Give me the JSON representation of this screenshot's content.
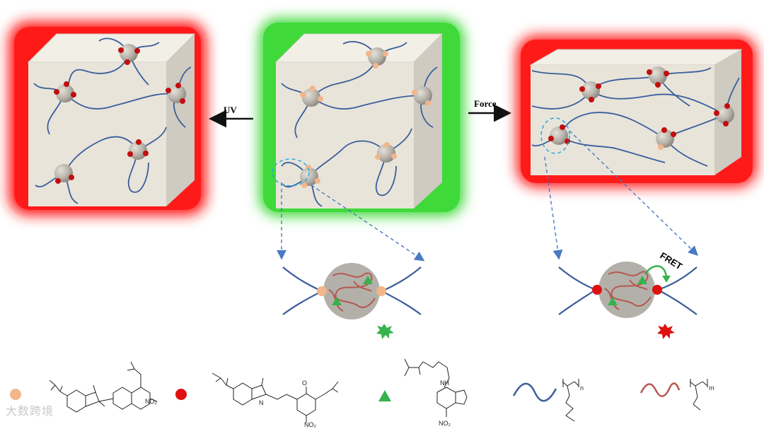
{
  "labels": {
    "uv": "UV",
    "force": "Force",
    "fret": "FRET"
  },
  "chem": {
    "no2": "NO₂",
    "nh": "NH",
    "n_index": "n",
    "m_index": "m",
    "o": "O",
    "n_plus": "N"
  },
  "watermark": "大数跨境",
  "colors": {
    "red_glow": "#ff1a1a",
    "green_glow": "#3fd93a",
    "cube_face": "#e8e4da",
    "chain": "#3b5e9a",
    "node": "#b8b4ac",
    "closed_crosslinker": "#f3b58a",
    "open_crosslinker": "#d11414",
    "nbd_triangle": "#37b24d",
    "pmma_chain": "#b5584f",
    "arrow_dashed": "#4a7ac2"
  },
  "states": [
    "stretched-red",
    "relaxed-green",
    "uv-red"
  ],
  "icons": [
    "orange-circle-icon",
    "red-circle-icon",
    "green-triangle-icon",
    "blue-wave-icon",
    "red-wave-icon",
    "green-burst-icon",
    "red-burst-icon"
  ]
}
